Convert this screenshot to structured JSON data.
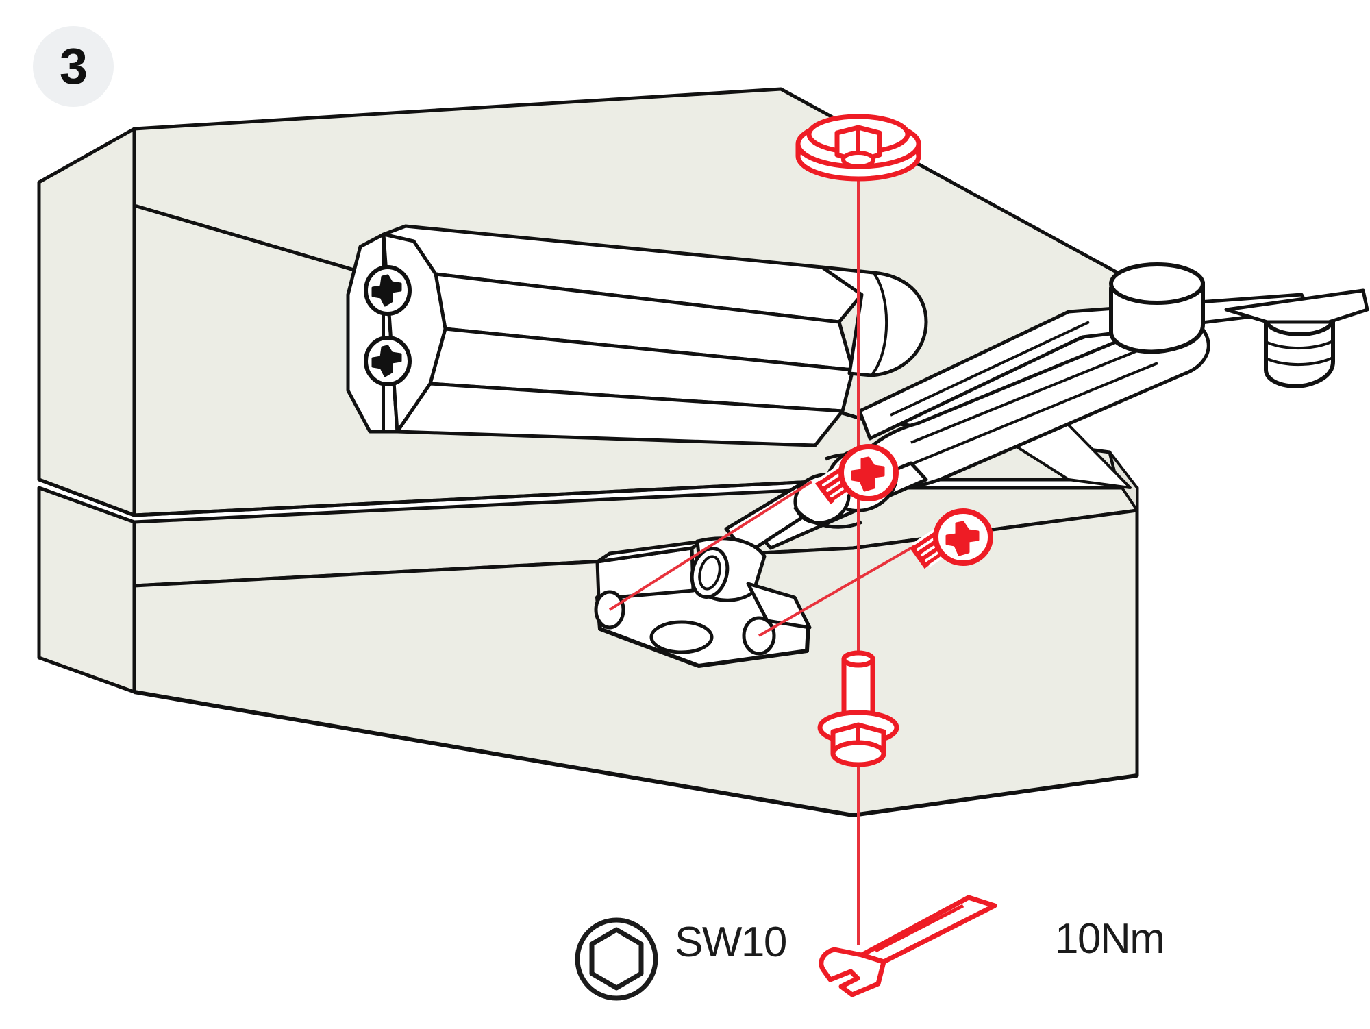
{
  "step": {
    "number": "3",
    "badge_bg": "#eef0f2"
  },
  "palette": {
    "panel_fill": "#ecede5",
    "panel_fill_light": "#f2f3ed",
    "outline": "#111111",
    "highlight_red": "#ee1c25",
    "leader_red": "#e8323c",
    "background": "#ffffff",
    "part_white": "#ffffff"
  },
  "annotations": {
    "tool_size": "SW10",
    "torque": "10Nm"
  },
  "icons": {
    "hex_socket": "hex-socket-icon",
    "wrench": "open-end-wrench-icon"
  },
  "parts": {
    "cabinet_top_panel": "cabinet-top-panel",
    "cabinet_side_panel": "cabinet-side-panel",
    "cabinet_front_rail": "cabinet-front-rail",
    "lift_mechanism_housing": "lift-mechanism-housing",
    "lift_arm": "lift-arm",
    "gas_strut": "gas-strut",
    "hinge_mounting_plate": "hinge-mounting-plate",
    "pivot_boss_left": "pivot-boss-left",
    "pivot_boss_right": "pivot-boss-right"
  },
  "fasteners": [
    {
      "id": "flange-nut-top",
      "type": "flange-nut",
      "color": "#ee1c25",
      "position": "top"
    },
    {
      "id": "flange-bolt-bottom",
      "type": "flange-bolt",
      "color": "#ee1c25",
      "position": "bottom"
    },
    {
      "id": "phillips-screw-red-1",
      "type": "phillips-screw",
      "color": "#ee1c25",
      "position": "hinge-upper"
    },
    {
      "id": "phillips-screw-red-2",
      "type": "phillips-screw",
      "color": "#ee1c25",
      "position": "hinge-lower"
    },
    {
      "id": "phillips-screw-black-1",
      "type": "phillips-screw",
      "color": "#111111",
      "position": "housing-endcap-upper"
    },
    {
      "id": "phillips-screw-black-2",
      "type": "phillips-screw",
      "color": "#111111",
      "position": "housing-endcap-lower"
    }
  ]
}
